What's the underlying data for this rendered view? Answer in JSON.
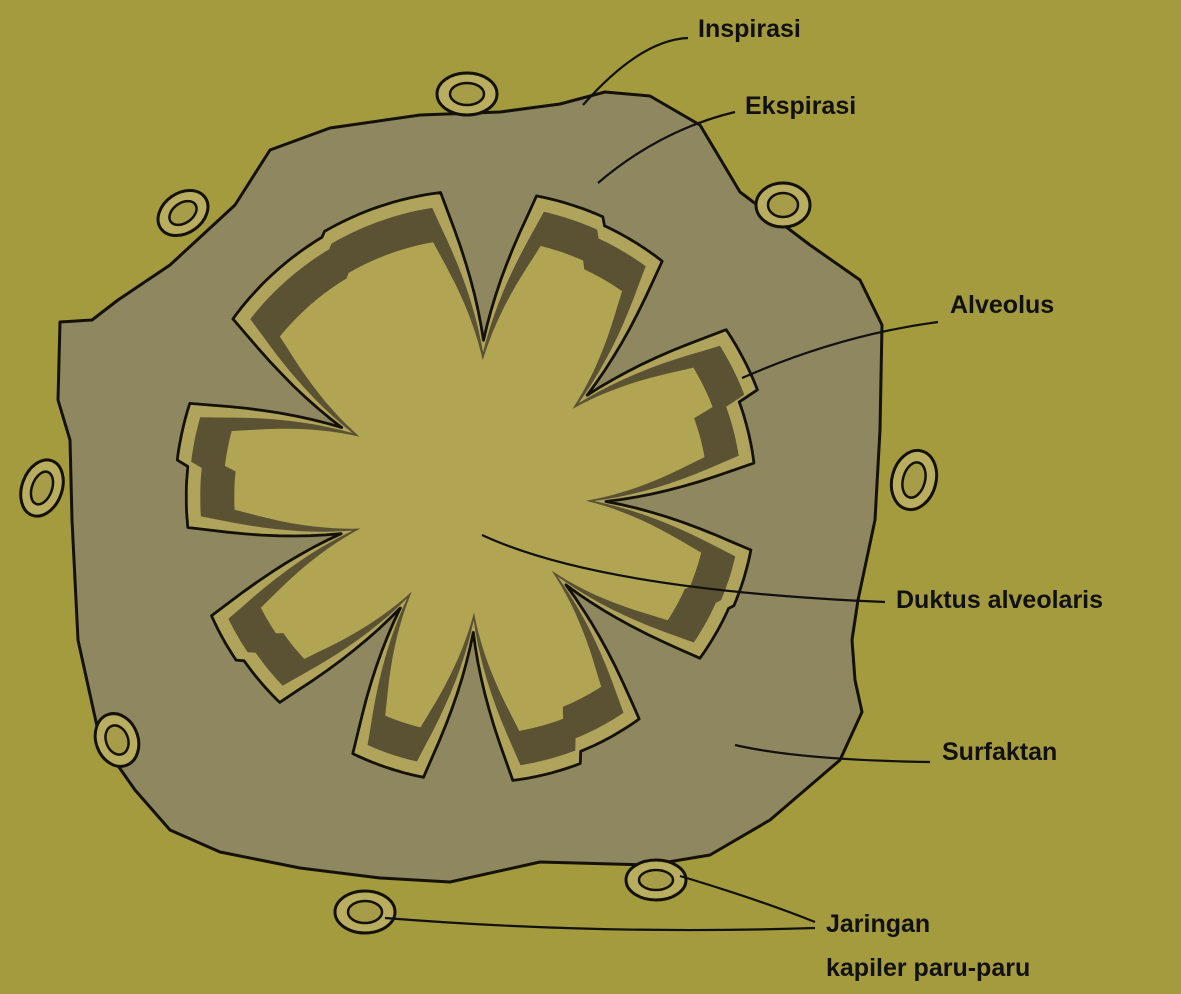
{
  "colors": {
    "paper": "#a49a3e",
    "wall": "#8e8760",
    "surfactant_film": "#b0a35c",
    "fluid_layer": "#5a5232",
    "lumen": "#b1a553",
    "outline": "#141208"
  },
  "labels": {
    "inspirasi": "Inspirasi",
    "ekspirasi": "Ekspirasi",
    "alveolus": "Alveolus",
    "duktus": "Duktus alveolaris",
    "surfaktan": "Surfaktan",
    "jaringan_line1": "Jaringan",
    "jaringan_line2": "kapiler paru-paru"
  }
}
